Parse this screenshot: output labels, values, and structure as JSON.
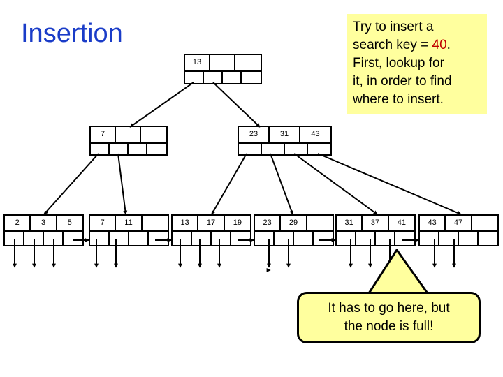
{
  "slide": {
    "title": "Insertion",
    "title_color": "#1a3cc8",
    "background": "#ffffff"
  },
  "callouts": {
    "top": {
      "bg": "#ffff9e",
      "highlight_color": "#c00000",
      "lines": [
        {
          "pre": "Try to insert a",
          "key": "",
          "post": ""
        },
        {
          "pre": "search key = ",
          "key": "40",
          "post": "."
        },
        {
          "pre": "First, lookup for",
          "key": "",
          "post": ""
        },
        {
          "pre": "it, in order to find",
          "key": "",
          "post": ""
        },
        {
          "pre": "where to insert.",
          "key": "",
          "post": ""
        }
      ]
    },
    "bottom": {
      "bg": "#ffff9e",
      "line1": "It has to go here, but",
      "line2": "the node is full!"
    }
  },
  "tree": {
    "root": {
      "keys": [
        "13",
        "",
        ""
      ],
      "pointers": [
        "",
        "",
        "",
        ""
      ]
    },
    "internal": [
      {
        "keys": [
          "7",
          "",
          ""
        ],
        "pointers": [
          "",
          "",
          "",
          ""
        ]
      },
      {
        "keys": [
          "23",
          "31",
          "43"
        ],
        "pointers": [
          "",
          "",
          "",
          ""
        ]
      }
    ],
    "leaves": [
      {
        "keys": [
          "2",
          "3",
          "5"
        ],
        "pointers": [
          "",
          "",
          "",
          ""
        ]
      },
      {
        "keys": [
          "7",
          "11",
          ""
        ],
        "pointers": [
          "",
          "",
          "",
          ""
        ]
      },
      {
        "keys": [
          "13",
          "17",
          "19"
        ],
        "pointers": [
          "",
          "",
          "",
          ""
        ]
      },
      {
        "keys": [
          "23",
          "29",
          ""
        ],
        "pointers": [
          "",
          "",
          "",
          ""
        ]
      },
      {
        "keys": [
          "31",
          "37",
          "41"
        ],
        "pointers": [
          "",
          "",
          "",
          ""
        ]
      },
      {
        "keys": [
          "43",
          "47",
          ""
        ],
        "pointers": [
          "",
          "",
          "",
          ""
        ]
      }
    ]
  }
}
